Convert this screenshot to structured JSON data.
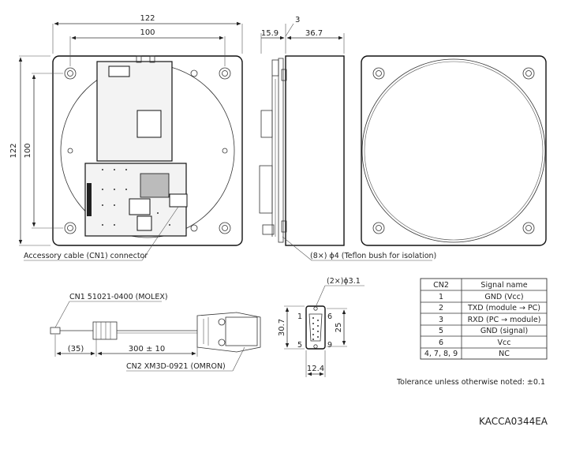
{
  "dims": {
    "front_width": "122",
    "front_hole_pitch_h": "100",
    "front_height": "122",
    "front_hole_pitch_v": "100",
    "side_left": "15.9",
    "side_gap": "3",
    "side_body": "36.7",
    "cn2_height": "30.7",
    "cn2_pitch": "25",
    "cn2_width": "12.4",
    "cable_tail": "(35)",
    "cable_length": "300 ± 10"
  },
  "labels": {
    "accessory_cable": "Accessory cable (CN1) connector",
    "teflon_bush": "(8×) ϕ4 (Teflon bush for isolation)",
    "cn1_part": "CN1 51021-0400 (MOLEX)",
    "cn2_part": "CN2 XM3D-0921 (OMRON)",
    "holes": "(2×)ϕ3.1",
    "pin1": "1",
    "pin5": "5",
    "pin6": "6",
    "pin9": "9",
    "tolerance": "Tolerance unless otherwise noted: ±0.1",
    "drawing_code": "KACCA0344EA"
  },
  "table": {
    "headers": [
      "CN2",
      "Signal name"
    ],
    "rows": [
      [
        "1",
        "GND (Vcc)"
      ],
      [
        "2",
        "TXD (module → PC)"
      ],
      [
        "3",
        "RXD (PC → module)"
      ],
      [
        "5",
        "GND (signal)"
      ],
      [
        "6",
        "Vcc"
      ],
      [
        "4, 7, 8, 9",
        "NC"
      ]
    ]
  }
}
